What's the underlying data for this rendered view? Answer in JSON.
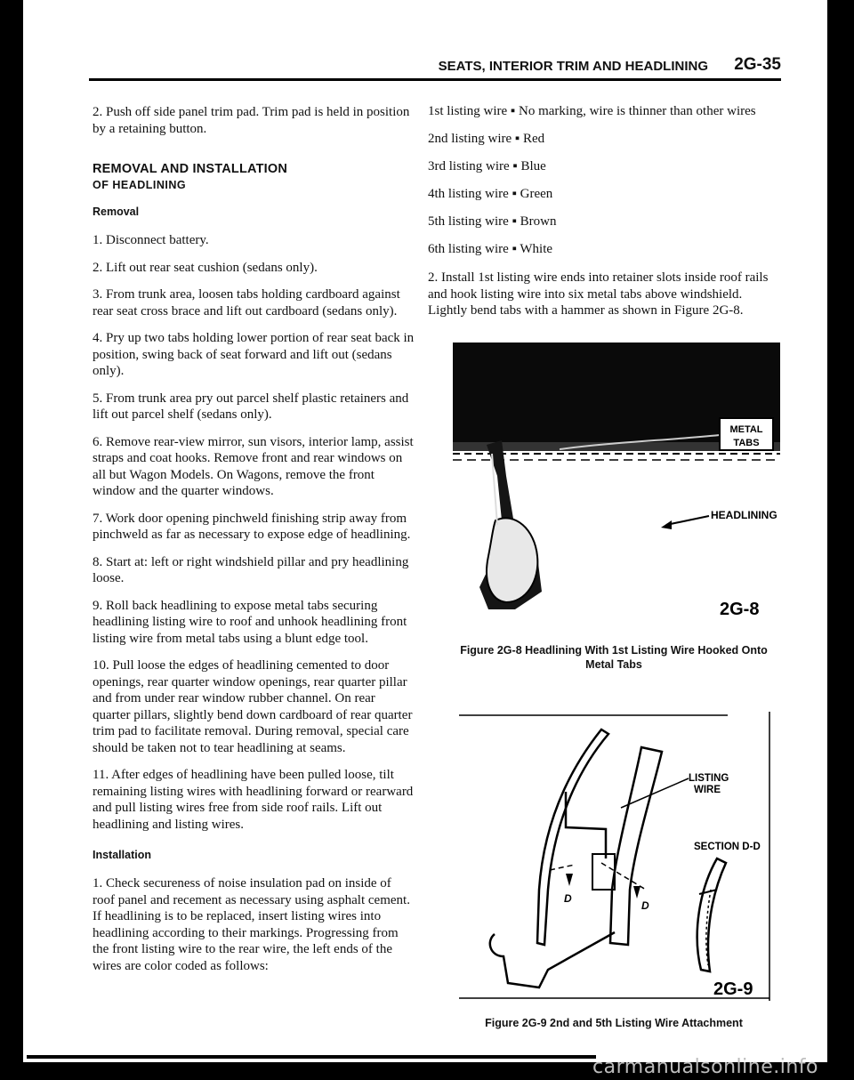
{
  "header": {
    "title": "SEATS, INTERIOR TRIM AND HEADLINING",
    "page": "2G-35"
  },
  "left": {
    "intro": "2. Push off side panel trim pad. Trim pad is held in position by a retaining button.",
    "section_title": "REMOVAL AND INSTALLATION",
    "section_sub": "OF HEADLINING",
    "removal_heading": "Removal",
    "steps": [
      "1. Disconnect battery.",
      "2. Lift out rear seat cushion (sedans only).",
      "3. From trunk area, loosen tabs holding cardboard against rear seat cross brace and lift out cardboard (sedans only).",
      "4. Pry up two tabs holding lower portion of rear seat back in position, swing back of seat forward and lift out (sedans only).",
      "5. From trunk area pry out parcel shelf plastic retainers and lift out parcel shelf (sedans only).",
      "6. Remove rear-view mirror, sun visors, interior lamp, assist straps and coat hooks. Remove front and rear windows on all but Wagon Models. On Wagons, remove the front window and the quarter windows.",
      "7. Work door opening pinchweld finishing strip away from pinchweld as far as necessary to expose edge of headlining.",
      "8. Start at: left or right windshield pillar and pry headlining loose.",
      "9. Roll back headlining to expose metal tabs securing headlining listing wire to roof and unhook headlining front listing wire from metal tabs using a blunt edge tool.",
      "10. Pull loose the edges of headlining cemented to door openings, rear quarter window openings, rear quarter pillar and from under rear window rubber channel. On rear quarter pillars, slightly bend down cardboard of rear quarter trim pad to facilitate removal. During removal, special care should be taken not to tear headlining at seams.",
      "11. After edges of headlining have been pulled loose, tilt remaining listing wires with headlining forward or rearward and pull listing wires free from side roof rails. Lift out headlining and listing wires."
    ],
    "installation_heading": "Installation",
    "install_step1": "1. Check secureness of noise insulation pad on inside of roof panel and recement as necessary using asphalt cement. If headlining is to be replaced, insert listing wires into headlining according to their markings. Progressing from the front listing wire to the rear wire, the left ends of the wires are color coded as follows:"
  },
  "right": {
    "wires": [
      {
        "name": "1st listing wire",
        "marking": "No marking, wire is thinner than other wires"
      },
      {
        "name": "2nd listing wire",
        "marking": "Red"
      },
      {
        "name": "3rd listing wire",
        "marking": "Blue"
      },
      {
        "name": "4th listing wire",
        "marking": "Green"
      },
      {
        "name": "5th listing wire",
        "marking": "Brown"
      },
      {
        "name": "6th listing wire",
        "marking": "White"
      }
    ],
    "install_step2": "2. Install 1st listing wire ends into retainer slots inside roof rails and hook listing wire into six metal tabs above windshield. Lightly bend tabs with a hammer as shown in Figure 2G-8."
  },
  "figure1": {
    "label_metal": "METAL",
    "label_tabs": "TABS",
    "label_headlining": "HEADLINING",
    "number": "2G-8",
    "caption": "Figure 2G-8 Headlining With 1st Listing Wire Hooked Onto Metal Tabs"
  },
  "figure2": {
    "label_listing": "LISTING",
    "label_wire": "WIRE",
    "label_section": "SECTION D-D",
    "label_d": "D",
    "number": "2G-9",
    "caption": "Figure 2G-9 2nd and 5th Listing Wire Attachment"
  },
  "watermark": "carmanualsonline.info"
}
